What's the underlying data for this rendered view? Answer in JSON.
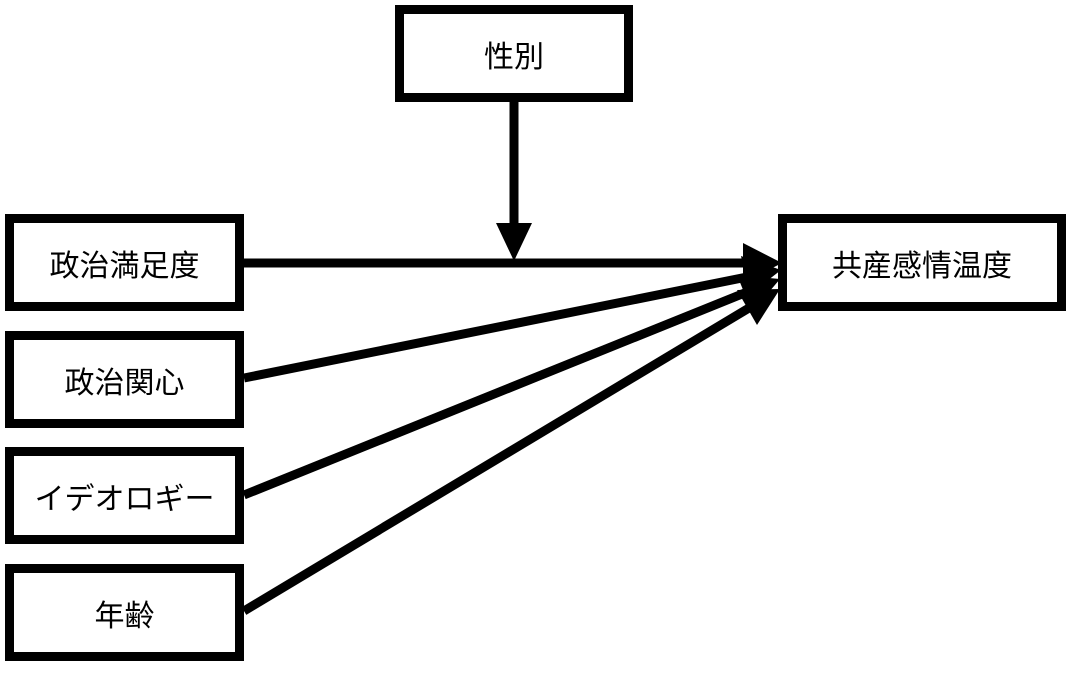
{
  "nodes": {
    "gender": "性別",
    "political_satisfaction": "政治満足度",
    "political_interest": "政治関心",
    "ideology": "イデオロギー",
    "age": "年齢",
    "outcome": "共産感情温度"
  },
  "edges": [
    {
      "from": "political_satisfaction",
      "to": "outcome"
    },
    {
      "from": "political_interest",
      "to": "outcome"
    },
    {
      "from": "ideology",
      "to": "outcome"
    },
    {
      "from": "age",
      "to": "outcome"
    },
    {
      "from": "gender",
      "to": "edge:political_satisfaction->outcome",
      "type": "moderation"
    }
  ],
  "colors": {
    "stroke": "#000000",
    "background": "#ffffff"
  }
}
